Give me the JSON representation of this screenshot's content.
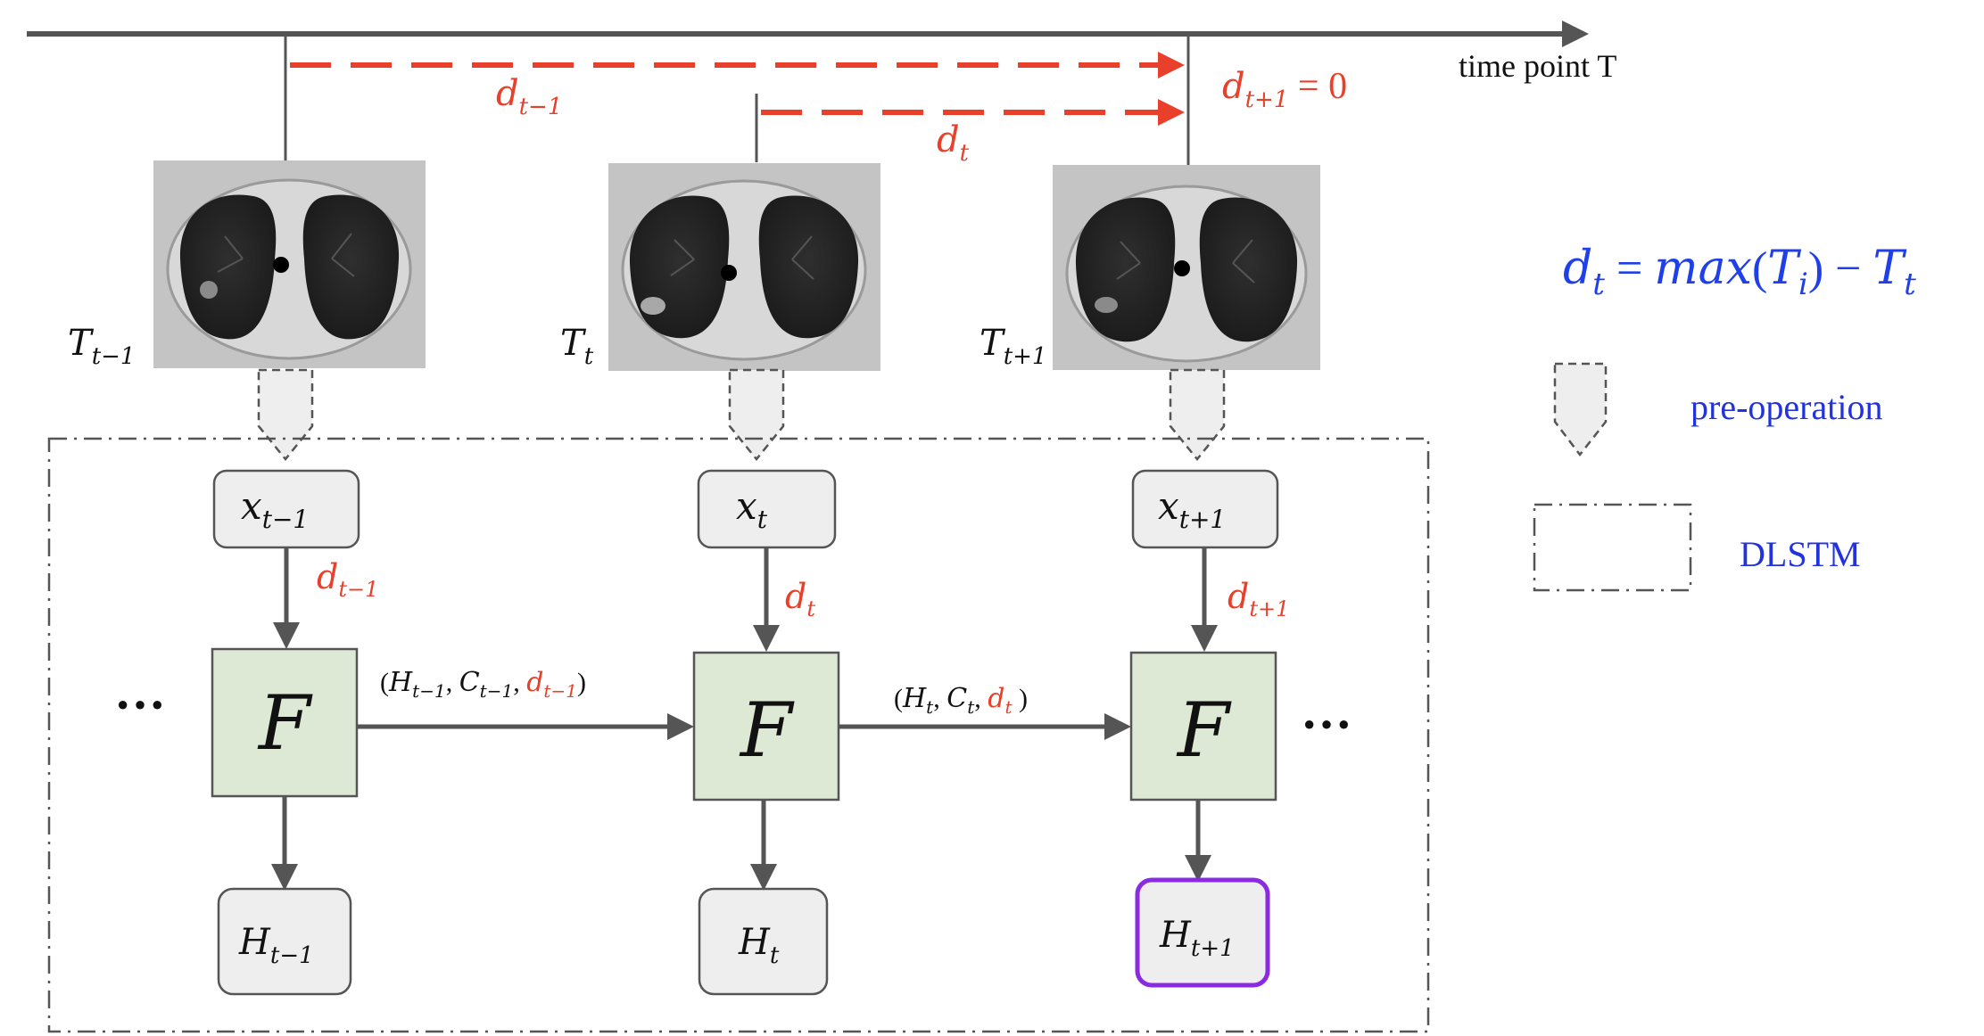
{
  "timeline": {
    "axis_label": "time point T",
    "gap_labels": [
      {
        "base": "d",
        "sub": "t−1"
      },
      {
        "base": "d",
        "sub": "t"
      }
    ],
    "end_label": {
      "base": "d",
      "sub": "t+1",
      "rest": " = 0"
    }
  },
  "scans": [
    {
      "label_base": "T",
      "label_sub": "t−1",
      "image": "lung-ct-scan"
    },
    {
      "label_base": "T",
      "label_sub": "t",
      "image": "lung-ct-scan"
    },
    {
      "label_base": "T",
      "label_sub": "t+1",
      "image": "lung-ct-scan"
    }
  ],
  "inputs": [
    {
      "base": "x",
      "sub": "t−1"
    },
    {
      "base": "x",
      "sub": "t"
    },
    {
      "base": "x",
      "sub": "t+1"
    }
  ],
  "input_deltas": [
    {
      "base": "d",
      "sub": "t−1"
    },
    {
      "base": "d",
      "sub": "t"
    },
    {
      "base": "d",
      "sub": "t+1"
    }
  ],
  "cells": [
    {
      "label": "F"
    },
    {
      "label": "F"
    },
    {
      "label": "F"
    }
  ],
  "transitions": [
    {
      "h_sub": "t−1",
      "c_sub": "t−1",
      "d_sub": "t−1"
    },
    {
      "h_sub": "t",
      "c_sub": "t",
      "d_sub": "t"
    }
  ],
  "outputs": [
    {
      "base": "H",
      "sub": "t−1",
      "highlight": false
    },
    {
      "base": "H",
      "sub": "t",
      "highlight": false
    },
    {
      "base": "H",
      "sub": "t+1",
      "highlight": true
    }
  ],
  "ellipsis": "···",
  "formula": {
    "text": "d_t = max(T_i) − T_t"
  },
  "legend": [
    {
      "label": "pre-operation",
      "icon": "pre-operation-arrow-icon"
    },
    {
      "label": "DLSTM",
      "icon": "dlstm-dashdot-box-icon"
    }
  ],
  "colors": {
    "red_delta": "#e8402a",
    "formula_blue": "#1f3fe8",
    "legend_blue": "#2233dd",
    "cell_fill": "#dde9d5",
    "node_fill": "#eeeeee",
    "highlight": "#8a2be2",
    "line": "#555555"
  }
}
